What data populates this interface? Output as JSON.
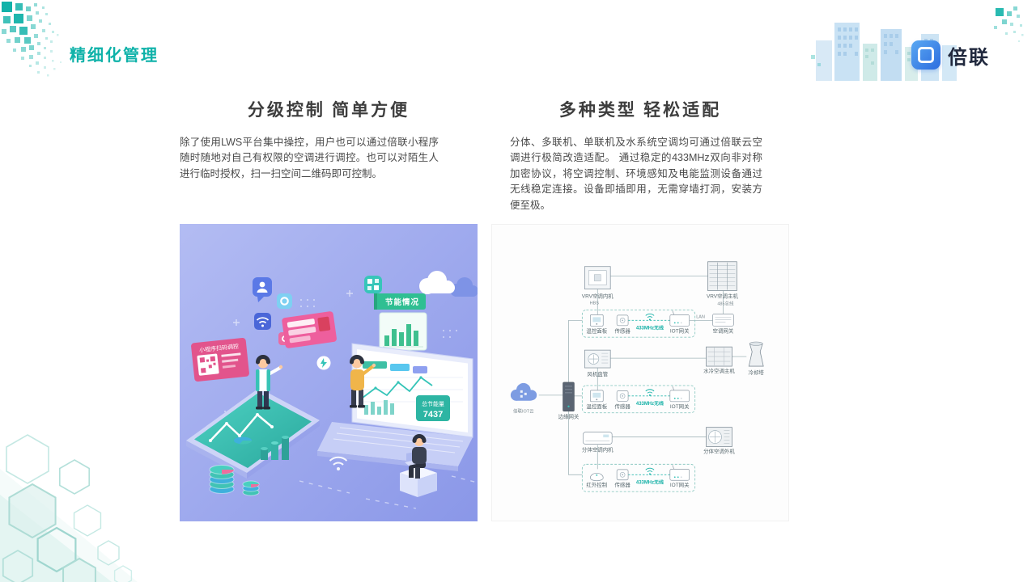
{
  "slide": {
    "title": "精细化管理",
    "brand": {
      "name": "倍联"
    },
    "colors": {
      "accent_teal": "#0fb2a9",
      "heading_gray": "#3d3d3d",
      "body_gray": "#4a4a4a",
      "diagram_teal": "#16b1a7",
      "illustration_bg_from": "#b3bcf3",
      "illustration_bg_to": "#8a97e8",
      "brand_blue": "#2d6ddf"
    }
  },
  "left_section": {
    "heading": "分级控制 简单方便",
    "body": "除了使用LWS平台集中操控，用户也可以通过倍联小程序随时随地对自己有权限的空调进行调控。也可以对陌生人进行临时授权，扫一扫空间二维码即可控制。",
    "illustration": {
      "qr_card_label": "小程序扫码调控",
      "energy_banner_label": "节能情况",
      "total_energy_label": "总节能量",
      "total_energy_value": "7437"
    }
  },
  "right_section": {
    "heading": "多种类型 轻松适配",
    "body": "分体、多联机、单联机及水系统空调均可通过倍联云空调进行极简改造适配。 通过稳定的433MHz双向非对称加密协议，将空调控制、环境感知及电能监测设备通过无线稳定连接。设备即插即用，无需穿墙打洞，安装方便至极。",
    "diagram": {
      "wireless_link_label": "433MHz无线",
      "lan_label": "LAN",
      "bus_label": "485总线",
      "hbs_label": "HBS",
      "cloud_label": "倍联IOT云",
      "edge_gateway_label": "边缘网关",
      "vrv_row": {
        "indoor_unit": "VRV空调内机",
        "outdoor_unit": "VRV空调主机",
        "thermostat": "温控面板",
        "sensor": "传感器",
        "iot_gateway": "IOT网关",
        "ac_gateway": "空调网关"
      },
      "water_row": {
        "fan_coil": "风机盘管",
        "chiller": "水冷空调主机",
        "cooling_tower": "冷却塔",
        "thermostat": "温控面板",
        "sensor": "传感器",
        "iot_gateway": "IOT网关"
      },
      "split_row": {
        "indoor_unit": "分体空调内机",
        "outdoor_unit": "分体空调外机",
        "ir_controller": "红外控制",
        "sensor": "传感器",
        "iot_gateway": "IOT网关"
      }
    }
  }
}
